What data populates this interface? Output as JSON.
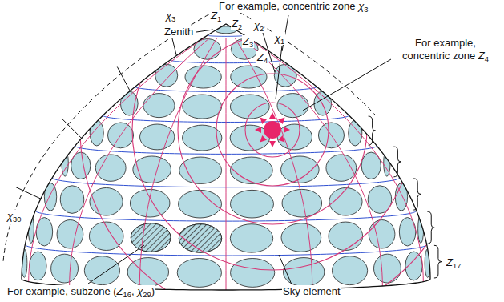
{
  "diagram": {
    "labels": [
      "For example, concentric zone χ3",
      "χ3",
      "χ2",
      "χ1",
      "Zenith",
      "Z1",
      "Z2",
      "Z3",
      "Z4",
      "For example, concentric zone Z4",
      "Z17",
      "χ30",
      "For example, subzone (Z16, χ29)",
      "Sky element"
    ]
  }
}
